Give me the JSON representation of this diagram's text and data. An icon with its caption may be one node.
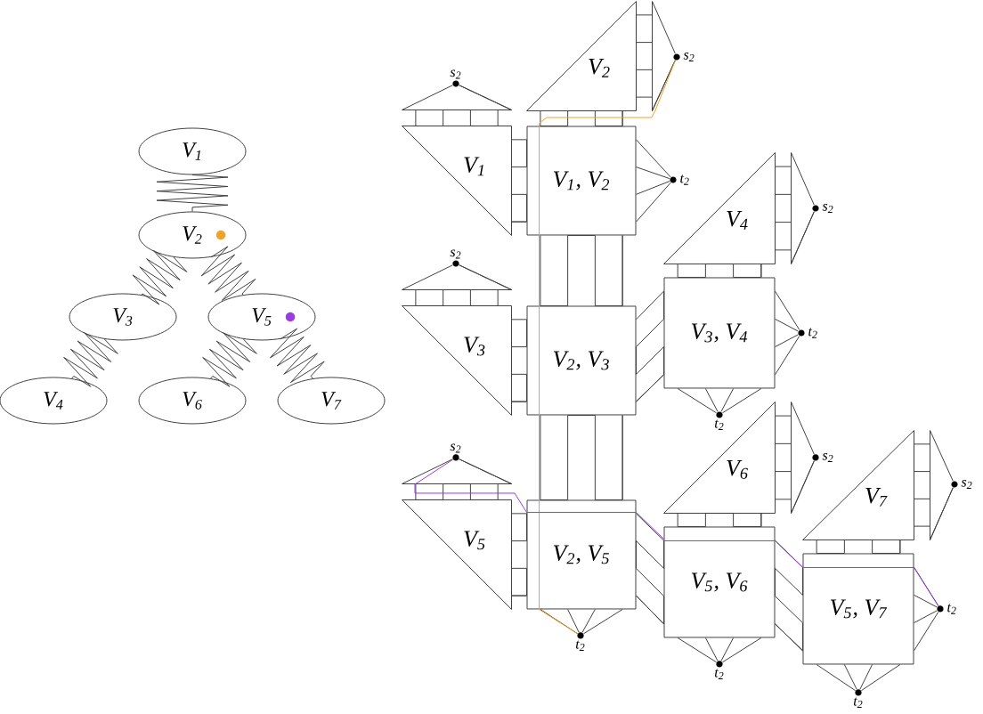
{
  "diagram": {
    "nodes": [
      {
        "text": [
          "V$_{1}$"
        ]
      },
      {
        "text": [
          "V$_{2}$"
        ]
      },
      {
        "text": [
          "V$_{3}$"
        ]
      },
      {
        "text": [
          "V$_{5}$"
        ]
      },
      {
        "text": [
          "V$_{4}$"
        ]
      },
      {
        "text": [
          "V$_{6}$"
        ]
      },
      {
        "text": [
          "V$_{7}$"
        ]
      },
      {
        "text": [
          "V$_{2}$"
        ]
      },
      {
        "text": [
          "V$_{1}$"
        ]
      },
      {
        "text": [
          "V$_{1}$, V$_{2}$"
        ]
      },
      {
        "text": [
          "V$_{4}$"
        ]
      },
      {
        "text": [
          "V$_{3}$"
        ]
      },
      {
        "text": [
          "V$_{2}$, V$_{3}$"
        ]
      },
      {
        "text": [
          "V$_{3}$, V$_{4}$"
        ]
      },
      {
        "text": [
          "V$_{6}$"
        ]
      },
      {
        "text": [
          "V$_{7}$"
        ]
      },
      {
        "text": [
          "V$_{5}$"
        ]
      },
      {
        "text": [
          "V$_{2}$, V$_{5}$"
        ]
      },
      {
        "text": [
          "V$_{5}$, V$_{6}$"
        ]
      },
      {
        "text": [
          "V$_{5}$, V$_{7}$"
        ]
      },
      {
        "text": [],
        "shape": "circle",
        "beside": [
          "s$_{2}$"
        ]
      },
      {
        "text": [],
        "shape": "circle",
        "beside": [
          "s$_{2}$"
        ]
      },
      {
        "text": [],
        "shape": "circle",
        "beside": [
          "s$_{2}$"
        ]
      },
      {
        "text": [],
        "shape": "circle",
        "beside": [
          "s$_{2}$"
        ]
      },
      {
        "text": [],
        "shape": "circle",
        "beside": [
          "s$_{2}$"
        ]
      },
      {
        "text": [],
        "shape": "circle",
        "beside": [
          "s$_{2}$"
        ]
      },
      {
        "text": [],
        "shape": "circle",
        "beside": [
          "s$_{2}$"
        ]
      },
      {
        "text": [],
        "shape": "circle",
        "beside": [
          "t$_{2}$"
        ]
      },
      {
        "text": [],
        "shape": "circle",
        "beside": [
          "t$_{2}$"
        ]
      },
      {
        "text": [],
        "shape": "circle",
        "beside": [
          "t$_{2}$"
        ]
      },
      {
        "text": [],
        "shape": "circle",
        "beside": [
          "t$_{2}$"
        ]
      },
      {
        "text": [],
        "shape": "circle",
        "beside": [
          "t$_{2}$"
        ]
      },
      {
        "text": [],
        "shape": "circle",
        "beside": [
          "t$_{2}$"
        ]
      },
      {
        "text": [],
        "shape": "circle",
        "beside": [
          "t$_{2}$"
        ]
      }
    ],
    "edges": [
      {
        "from": 0,
        "to": 1,
        "arrow": "none"
      },
      {
        "from": 1,
        "to": 2,
        "arrow": "none"
      },
      {
        "from": 1,
        "to": 3,
        "arrow": "none"
      },
      {
        "from": 2,
        "to": 4,
        "arrow": "none"
      },
      {
        "from": 3,
        "to": 5,
        "arrow": "none"
      },
      {
        "from": 3,
        "to": 6,
        "arrow": "none"
      },
      {
        "from": 8,
        "to": 9,
        "arrow": "none"
      },
      {
        "from": 7,
        "to": 9,
        "arrow": "none"
      },
      {
        "from": 9,
        "to": 12,
        "arrow": "none"
      },
      {
        "from": 11,
        "to": 12,
        "arrow": "none"
      },
      {
        "from": 10,
        "to": 13,
        "arrow": "none"
      },
      {
        "from": 12,
        "to": 13,
        "arrow": "none"
      },
      {
        "from": 12,
        "to": 17,
        "arrow": "none"
      },
      {
        "from": 16,
        "to": 17,
        "arrow": "none"
      },
      {
        "from": 14,
        "to": 18,
        "arrow": "none"
      },
      {
        "from": 17,
        "to": 18,
        "arrow": "none"
      },
      {
        "from": 15,
        "to": 19,
        "arrow": "none"
      },
      {
        "from": 18,
        "to": 19,
        "arrow": "none"
      },
      {
        "from": 7,
        "to": 20,
        "arrow": "none"
      },
      {
        "from": 8,
        "to": 21,
        "arrow": "none"
      },
      {
        "from": 10,
        "to": 22,
        "arrow": "none"
      },
      {
        "from": 11,
        "to": 23,
        "arrow": "none"
      },
      {
        "from": 14,
        "to": 24,
        "arrow": "none"
      },
      {
        "from": 15,
        "to": 25,
        "arrow": "none"
      },
      {
        "from": 16,
        "to": 26,
        "arrow": "none"
      },
      {
        "from": 9,
        "to": 27,
        "arrow": "none"
      },
      {
        "from": 13,
        "to": 28,
        "arrow": "none"
      },
      {
        "from": 13,
        "to": 29,
        "arrow": "none"
      },
      {
        "from": 17,
        "to": 30,
        "arrow": "none"
      },
      {
        "from": 18,
        "to": 31,
        "arrow": "none"
      },
      {
        "from": 19,
        "to": 32,
        "arrow": "none"
      },
      {
        "from": 19,
        "to": 33,
        "arrow": "none"
      },
      {
        "from": 20,
        "to": 9,
        "arrow": "none",
        "color": "#f2a227"
      },
      {
        "from": 9,
        "to": 12,
        "arrow": "none",
        "color": "#f2a227"
      },
      {
        "from": 12,
        "to": 17,
        "arrow": "none",
        "color": "#f2a227"
      },
      {
        "from": 17,
        "to": 30,
        "arrow": "none",
        "color": "#f2a227"
      },
      {
        "from": 26,
        "to": 17,
        "arrow": "none",
        "color": "#9b3be0"
      },
      {
        "from": 17,
        "to": 18,
        "arrow": "none",
        "color": "#9b3be0"
      },
      {
        "from": 18,
        "to": 19,
        "arrow": "none",
        "color": "#9b3be0"
      },
      {
        "from": 19,
        "to": 32,
        "arrow": "none",
        "color": "#9b3be0"
      }
    ]
  }
}
